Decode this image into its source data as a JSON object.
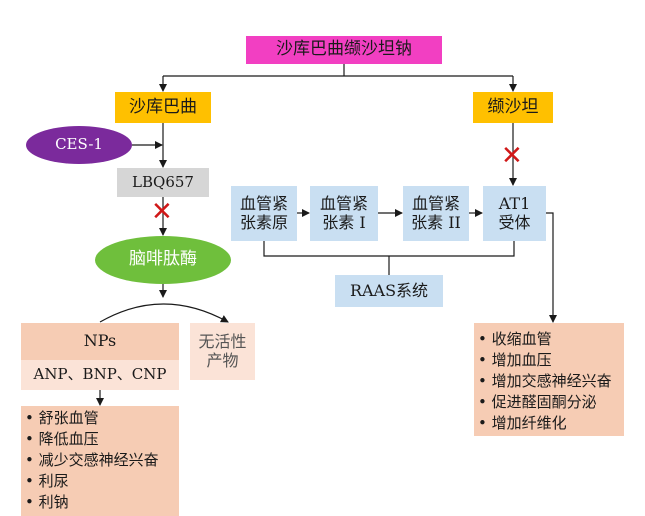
{
  "title": "沙库巴曲缬沙坦钠",
  "sacubitril": "沙库巴曲",
  "valsartan": "缬沙坦",
  "ces1": "CES-1",
  "lbq": "LBQ657",
  "neprilysin": "脑啡肽酶",
  "raas_chain": [
    [
      "血管紧",
      "张素原"
    ],
    [
      "血管紧",
      "张素 I"
    ],
    [
      "血管紧",
      "张素 II"
    ],
    [
      "AT1",
      "受体"
    ]
  ],
  "raas_label": "RAAS系统",
  "nps_title": "NPs",
  "nps_types": "ANP、BNP、CNP",
  "inactive": [
    "无活性",
    "产物"
  ],
  "nps_effects": [
    "舒张血管",
    "降低血压",
    "减少交感神经兴奋",
    "利尿",
    "利钠"
  ],
  "at1_effects": [
    "收缩血管",
    "增加血压",
    "增加交感神经兴奋",
    "促进醛固酮分泌",
    "增加纤维化"
  ],
  "block_symbol": "✕",
  "colors": {
    "title_bg": "#f23fc2",
    "drug_bg": "#ffc000",
    "ces_bg": "#7b2a9c",
    "lbq_bg": "#d6d6d6",
    "enzyme_bg": "#6fbf3c",
    "raas_bg": "#c9dff2",
    "np_bg": "#f6ccb4",
    "np_light_bg": "#fbe3d7",
    "block": "#d01818"
  }
}
